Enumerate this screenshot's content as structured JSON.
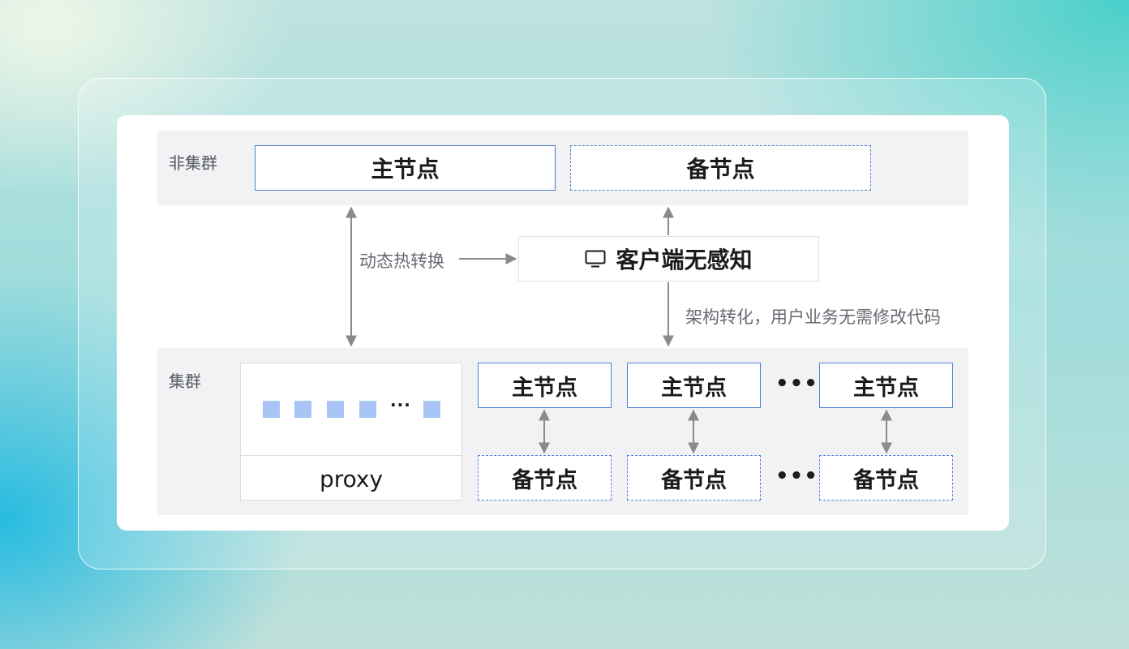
{
  "non_cluster": {
    "label": "非集群",
    "primary_node": "主节点",
    "standby_node": "备节点"
  },
  "middle": {
    "hot_switch_label": "动态热转换",
    "client_label": "客户端无感知",
    "client_icon": "monitor-icon",
    "transform_note": "架构转化，用户业务无需修改代码"
  },
  "cluster": {
    "label": "集群",
    "proxy_label": "proxy",
    "proxy_slot_ellipsis": "···",
    "primary_nodes": [
      "主节点",
      "主节点",
      "主节点"
    ],
    "standby_nodes": [
      "备节点",
      "备节点",
      "备节点"
    ],
    "node_ellipsis": "•••"
  },
  "colors": {
    "node_border": "#4a7fd6",
    "proxy_slot": "#a9c5f5",
    "arrow": "#8a8a8a",
    "band": "#f2f2f4"
  }
}
